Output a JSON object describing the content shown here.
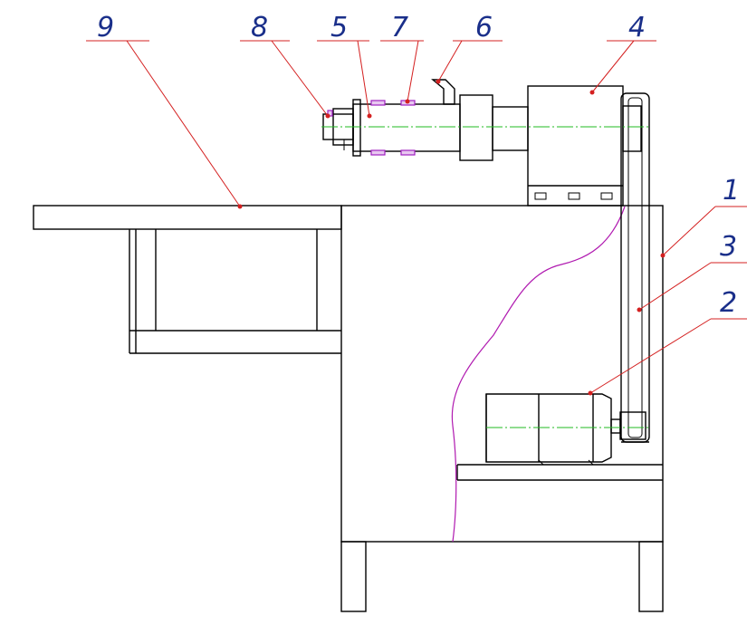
{
  "labels": {
    "l1": "1",
    "l2": "2",
    "l3": "3",
    "l4": "4",
    "l5": "5",
    "l6": "6",
    "l7": "7",
    "l8": "8",
    "l9": "9"
  },
  "colors": {
    "outline": "#000000",
    "leader": "#d42020",
    "label": "#1a2f8a",
    "centerline": "#22bb22",
    "break_line": "#b01ab0"
  }
}
